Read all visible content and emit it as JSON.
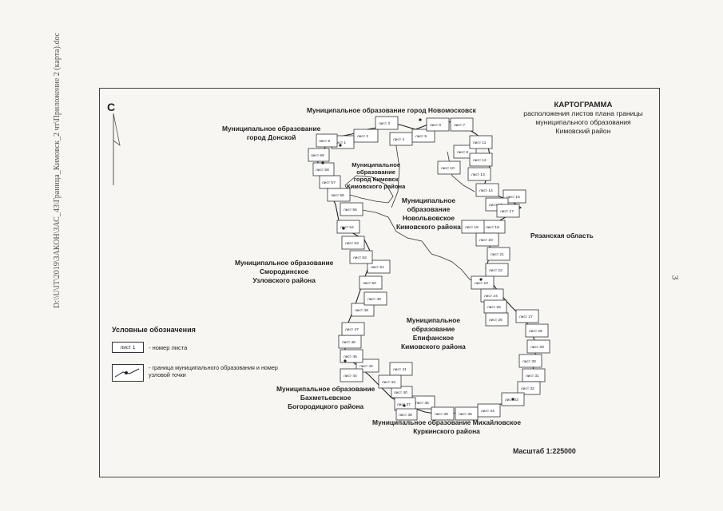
{
  "side_path": "D:\\\\U\\IT\\2019\\ЗАКОН\\ЗАС_43\\Граница_Кимовск_2 чт\\Приложение 2 (карта).doc",
  "page_number": "3",
  "compass_label": "С",
  "title": {
    "main": "КАРТОГРАММА",
    "line2": "расположения листов плана границы",
    "line3": "муниципального образования",
    "line4": "Кимовский район"
  },
  "labels": {
    "novomoskovsk": "Муниципальное образование город Новомосковск",
    "donskoy1": "Муниципальное образование",
    "donskoy2": "город Донской",
    "kimovsk1": "Муниципальное",
    "kimovsk2": "образование",
    "kimovsk3": "город Кимовск",
    "kimovsk4": "Кимовского района",
    "novolvovsk1": "Муниципальное",
    "novolvovsk2": "образование",
    "novolvovsk3": "Новольвовское",
    "novolvovsk4": "Кимовского района",
    "ryazan": "Рязанская область",
    "smorodino1": "Муниципальное образование",
    "smorodino2": "Смородинское",
    "smorodino3": "Узловского района",
    "epifan1": "Муниципальное",
    "epifan2": "образование",
    "epifan3": "Епифанское",
    "epifan4": "Кимовского района",
    "bakhmet1": "Муниципальное образование",
    "bakhmet2": "Бахметьевское",
    "bakhmet3": "Богородицкого района",
    "mikhail1": "Муниципальное образование Михайловское",
    "mikhail2": "Куркинского района"
  },
  "legend": {
    "title": "Условные обозначения",
    "sheet_sample": "лист 1",
    "sheet_desc": "- номер листа",
    "boundary_desc": "- граница муниципального образования и номер узловой точки"
  },
  "scale": "Масштаб 1:225000",
  "sheets": [
    "лист 1",
    "лист 2",
    "лист 3",
    "лист 4",
    "лист 5",
    "лист 6",
    "лист 7",
    "лист 8",
    "лист 9",
    "лист 10",
    "лист 11",
    "лист 12",
    "лист 13",
    "лист 14",
    "лист 15",
    "лист 16",
    "лист 17",
    "лист 18",
    "лист 19",
    "лист 20",
    "лист 21",
    "лист 22",
    "лист 23",
    "лист 24",
    "лист 25",
    "лист 26",
    "лист 27",
    "лист 28",
    "лист 29",
    "лист 30",
    "лист 31",
    "лист 32",
    "лист 33",
    "лист 34",
    "лист 35",
    "лист 36",
    "лист 37",
    "лист 38",
    "лист 39",
    "лист 40",
    "лист 41",
    "лист 42",
    "лист 43",
    "лист 44",
    "лист 45",
    "лист 46",
    "лист 47",
    "лист 48",
    "лист 49",
    "лист 50",
    "лист 51",
    "лист 52",
    "лист 53",
    "лист 54",
    "лист 55",
    "лист 56",
    "лист 57",
    "лист 58",
    "лист 59"
  ]
}
